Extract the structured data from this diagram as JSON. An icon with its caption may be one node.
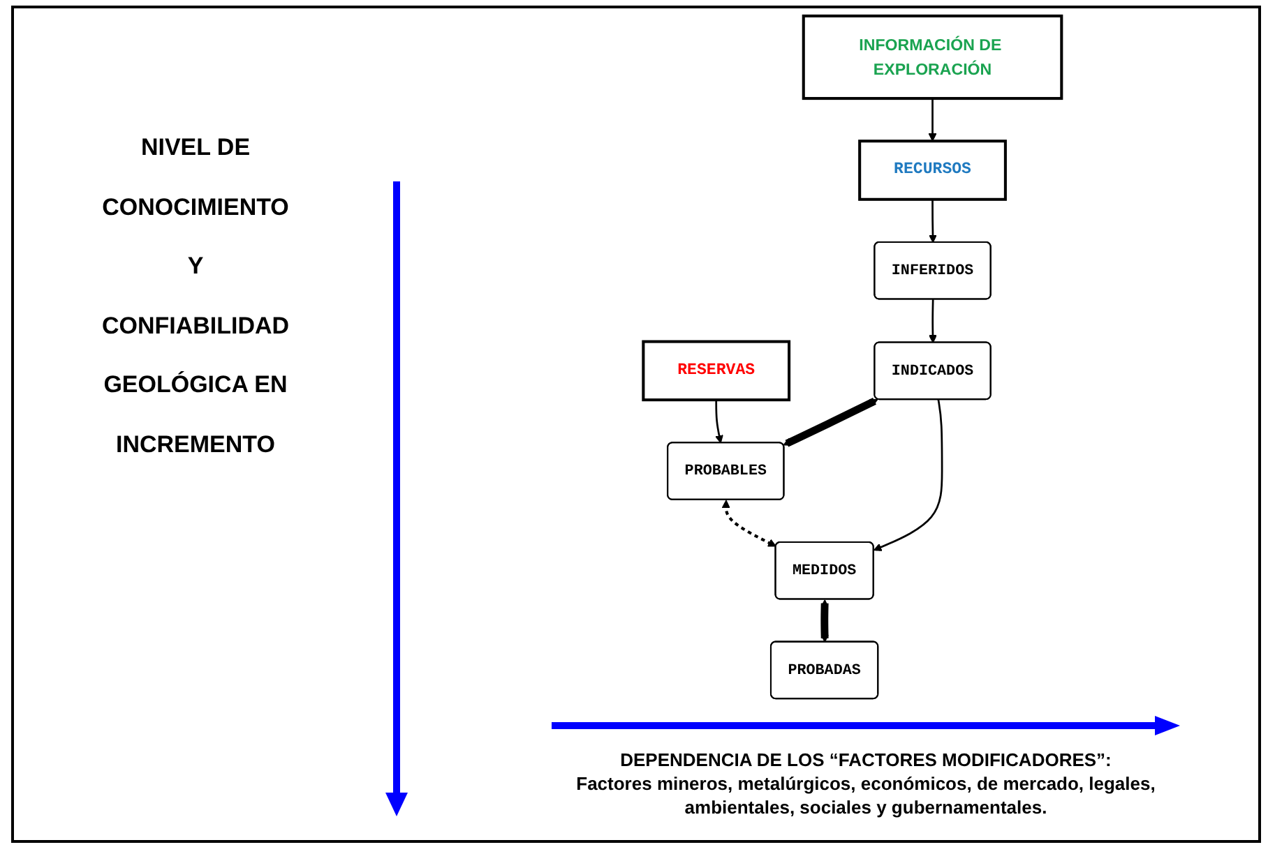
{
  "diagram": {
    "nodes": [
      {
        "text": [
          "INFORMACIÓN DE EXPLORACIÓN"
        ]
      },
      {
        "text": [
          "RECURSOS"
        ]
      },
      {
        "text": [
          "RESERVAS"
        ]
      },
      {
        "text": [
          "INFERIDOS"
        ]
      },
      {
        "text": [
          "INDICADOS"
        ]
      },
      {
        "text": [
          "PROBABLES"
        ]
      },
      {
        "text": [
          "MEDIDOS"
        ]
      },
      {
        "text": [
          "PROBADAS"
        ]
      }
    ],
    "edges": [
      {
        "from": 0,
        "to": 1,
        "arrow": "to"
      },
      {
        "from": 1,
        "to": 3,
        "arrow": "to"
      },
      {
        "from": 2,
        "to": 5,
        "arrow": "to"
      },
      {
        "from": 3,
        "to": 4,
        "arrow": "to"
      },
      {
        "from": 4,
        "to": 6,
        "arrow": "to"
      },
      {
        "from": 4,
        "to": 5,
        "arrow": "both",
        "style": "thick"
      },
      {
        "from": 5,
        "to": 6,
        "arrow": "both",
        "style": "dashed"
      },
      {
        "from": 6,
        "to": 7,
        "arrow": "both",
        "style": "thick"
      }
    ],
    "labels": [
      "NIVEL DE CONOCIMIENTO Y CONFIABILIDAD GEOLÓGICA EN INCREMENTO",
      "DEPENDENCIA DE LOS “FACTORES MODIFICADORES”:",
      "Factores mineros, metalúrgicos, económicos, de mercado, legales, ambientales, sociales y gubernamentales."
    ]
  }
}
